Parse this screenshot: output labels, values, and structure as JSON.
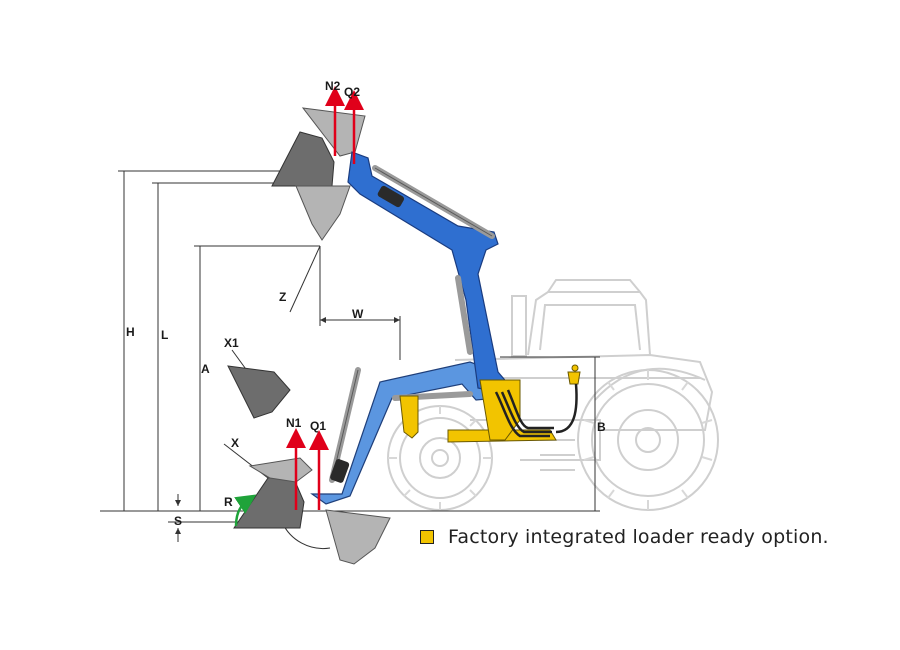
{
  "dimensions": {
    "H": "H",
    "L": "L",
    "A": "A",
    "S": "S",
    "B": "B",
    "W": "W",
    "Z": "Z",
    "X": "X",
    "X1": "X1",
    "R": "R"
  },
  "forces": {
    "N1": "N1",
    "Q1": "Q1",
    "N2": "N2",
    "Q2": "Q2"
  },
  "legend": {
    "text": "Factory integrated loader ready option.",
    "swatch_color": "#f2c400"
  },
  "colors": {
    "loader_blue": "#2f6fd0",
    "loader_light_blue": "#5b96e0",
    "bucket_dark": "#6d6d6d",
    "bucket_light": "#b4b4b4",
    "force_arrow": "#e0001a",
    "rotation_arrow": "#1fa33a",
    "ready_option_yellow": "#f2c400"
  }
}
